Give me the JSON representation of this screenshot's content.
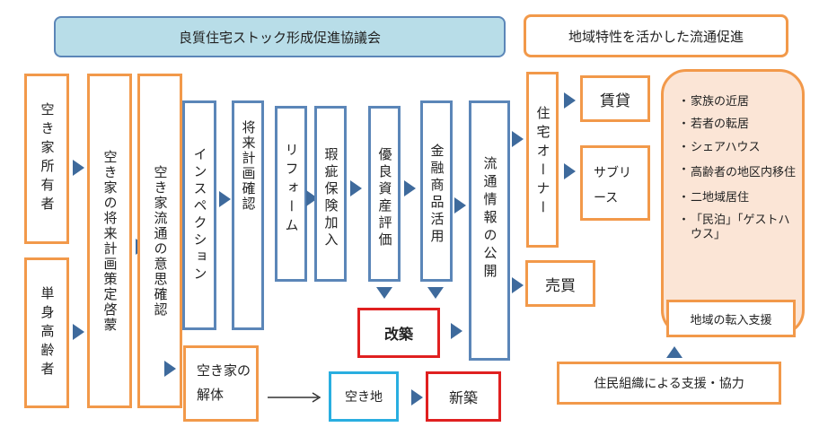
{
  "header": {
    "title": "良質住宅ストック形成促進協議会"
  },
  "top_right_title": "地域特性を活かした流通促進",
  "owners": {
    "vacant_owner": "空き家所有者",
    "single_elderly": "単身高齢者"
  },
  "steps": {
    "future_plan_awareness": "空き家の将来計画策定啓蒙",
    "circulation_intent": "空き家流通の意思確認",
    "inspection": "インスペクション",
    "future_plan_confirm": "将来計画確認",
    "reform": "リフォーム",
    "defect_insurance": "瑕疵保険加入",
    "asset_evaluation": "優良資産評価",
    "financial_products": "金融商品活用",
    "publication": "流通情報の公開",
    "housing_owner": "住宅オーナー"
  },
  "outcomes": {
    "rental": "賃貸",
    "sublease": "サブリース",
    "sale": "売買",
    "renovation": "改築",
    "demolition": "空き家の解体",
    "vacant_lot": "空き地",
    "new_build": "新築"
  },
  "targets": [
    "家族の近居",
    "若者の転居",
    "シェアハウス",
    "高齢者の地区内移住",
    "二地域居住",
    "「民泊」「ゲストハウス」"
  ],
  "support": {
    "migration_support": "地域の転入支援",
    "community_support": "住民組織による支援・協力"
  },
  "colors": {
    "orange": "#f2994a",
    "blue_header": "#add8e6",
    "navy": "#3e6a9c",
    "red": "#e02020",
    "cyan": "#29aee0"
  }
}
